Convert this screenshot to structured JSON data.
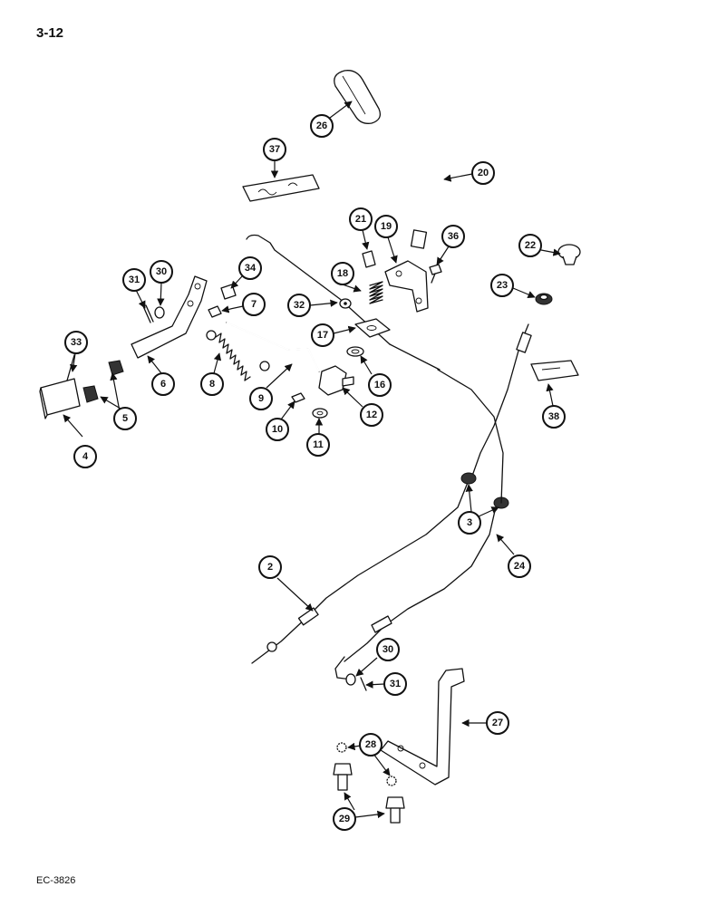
{
  "page": {
    "number": "3-12",
    "figure_code": "EC-3826"
  },
  "callouts": [
    "26",
    "37",
    "20",
    "21",
    "19",
    "36",
    "22",
    "23",
    "31",
    "30",
    "34",
    "18",
    "32",
    "7",
    "17",
    "33",
    "6",
    "8",
    "9",
    "16",
    "12",
    "38",
    "5",
    "4",
    "10",
    "11",
    "3",
    "24",
    "2",
    "30",
    "31",
    "27",
    "28",
    "29"
  ]
}
